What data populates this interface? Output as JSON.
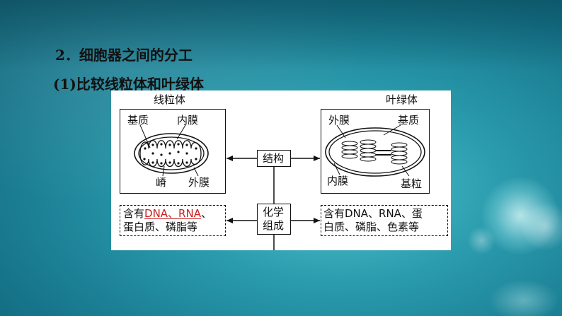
{
  "heading": {
    "line1": "2．细胞器之间的分工",
    "line2": "(1)比较线粒体和叶绿体"
  },
  "diagram": {
    "mito": {
      "title": "线粒体",
      "matrix": "基质",
      "inner_membrane": "内膜",
      "crista": "嵴",
      "outer_membrane": "外膜"
    },
    "chloro": {
      "title": "叶绿体",
      "outer_membrane": "外膜",
      "stroma": "基质",
      "inner_membrane": "内膜",
      "grana": "基粒"
    },
    "structure": "结构",
    "composition_1": "化学",
    "composition_2": "组成",
    "mito_comp": {
      "prefix": "含有",
      "highlight": "DNA、RNA",
      "suffix": "、",
      "line2": "蛋白质、磷脂等"
    },
    "chloro_comp": {
      "line1": "含有DNA、RNA、蛋",
      "line2": "白质、磷脂、色素等"
    }
  },
  "colors": {
    "highlight": "#c81e1e"
  }
}
